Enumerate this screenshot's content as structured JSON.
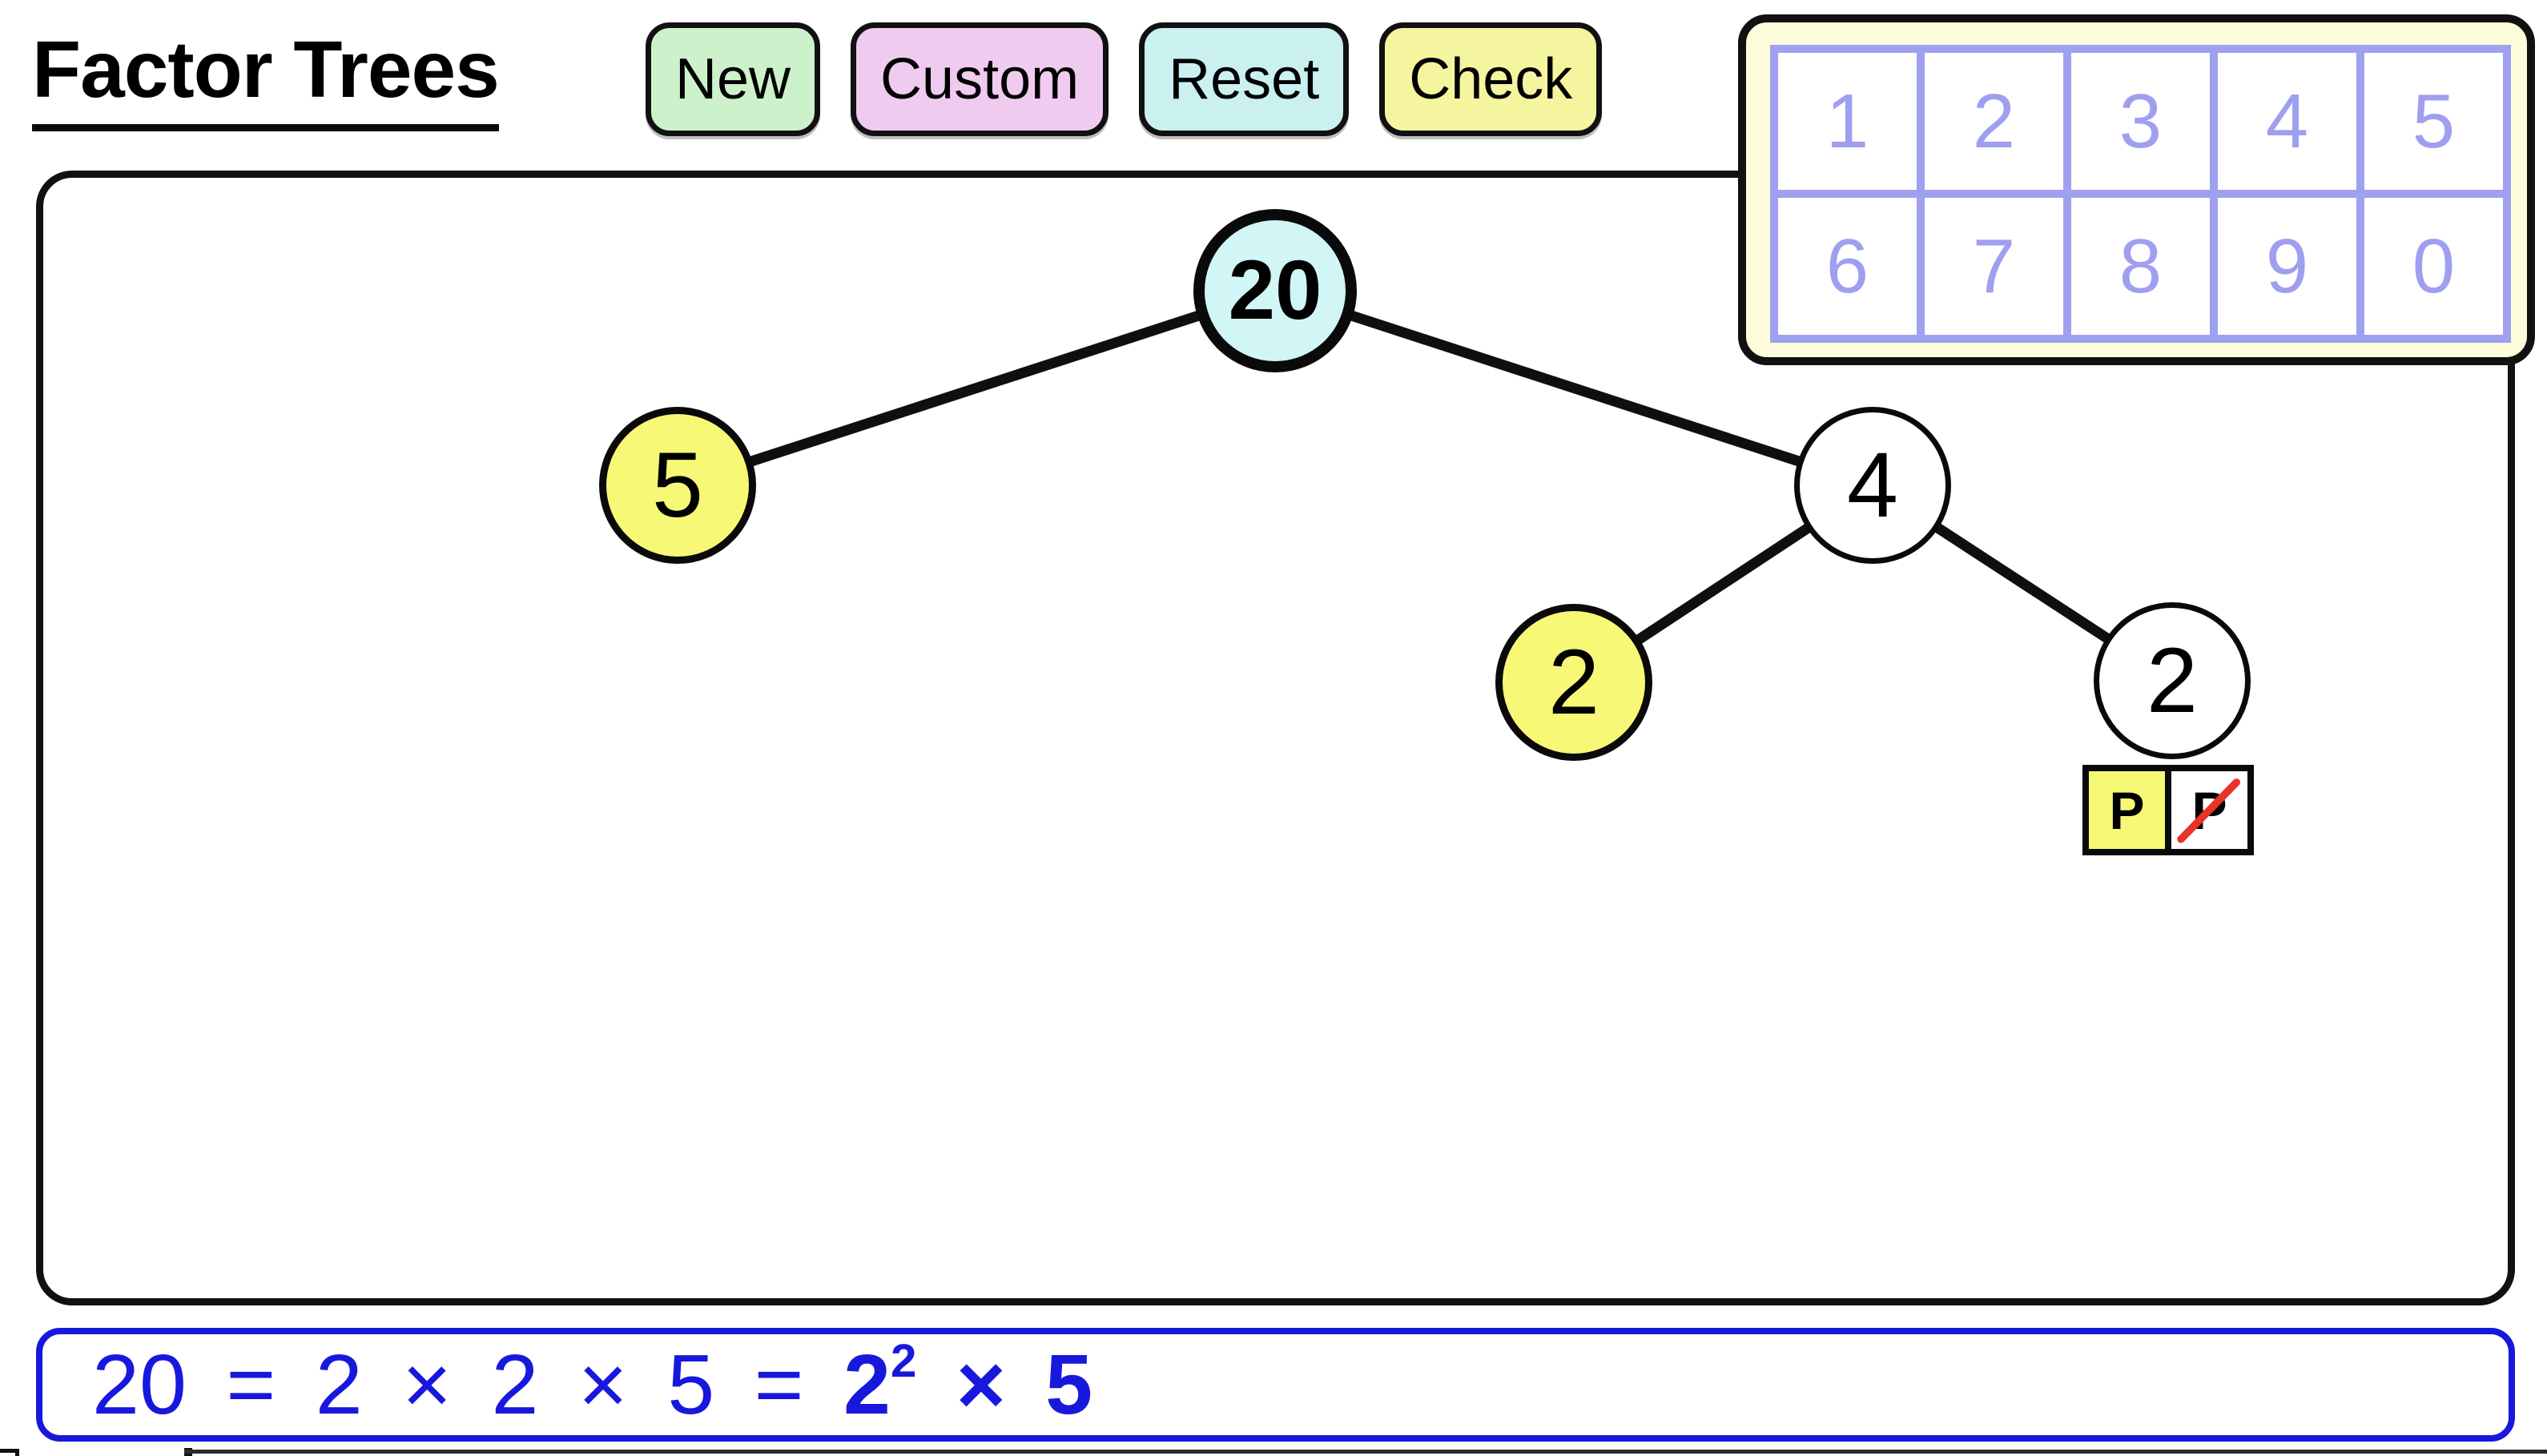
{
  "app": {
    "title": "Factor Trees"
  },
  "toolbar": {
    "buttons": [
      {
        "id": "new",
        "label": "New",
        "color": "#cdf2cb"
      },
      {
        "id": "custom",
        "label": "Custom",
        "color": "#f0cbf0"
      },
      {
        "id": "reset",
        "label": "Reset",
        "color": "#cbf0f0"
      },
      {
        "id": "check",
        "label": "Check",
        "color": "#f5f5a0"
      }
    ]
  },
  "numpad": {
    "cells": [
      "1",
      "2",
      "3",
      "4",
      "5",
      "6",
      "7",
      "8",
      "9",
      "0"
    ],
    "background": "#fcfcda",
    "accent": "#9f9ff0"
  },
  "tree": {
    "target_number": "20",
    "nodes": [
      {
        "id": "n20",
        "value": "20",
        "role": "root",
        "fill": "#d2f5f5"
      },
      {
        "id": "n5",
        "value": "5",
        "role": "leaf",
        "fill": "#f8f877"
      },
      {
        "id": "n4",
        "value": "4",
        "role": "branch",
        "fill": "#ffffff"
      },
      {
        "id": "n2a",
        "value": "2",
        "role": "leaf",
        "fill": "#f8f877"
      },
      {
        "id": "n2b",
        "value": "2",
        "role": "leaf",
        "fill": "#ffffff"
      }
    ],
    "edges": [
      [
        "n20",
        "n5"
      ],
      [
        "n20",
        "n4"
      ],
      [
        "n4",
        "n2a"
      ],
      [
        "n4",
        "n2b"
      ]
    ],
    "prime_prompt": {
      "prime_label": "P",
      "not_prime_label": "P",
      "selected": "prime",
      "slash_color": "#e8322a"
    }
  },
  "equation": {
    "prefix": "20 = 2 × 2 × 5 = ",
    "bold_base": "2",
    "exponent": "2",
    "bold_rest": " × 5",
    "color": "#1818dd"
  }
}
